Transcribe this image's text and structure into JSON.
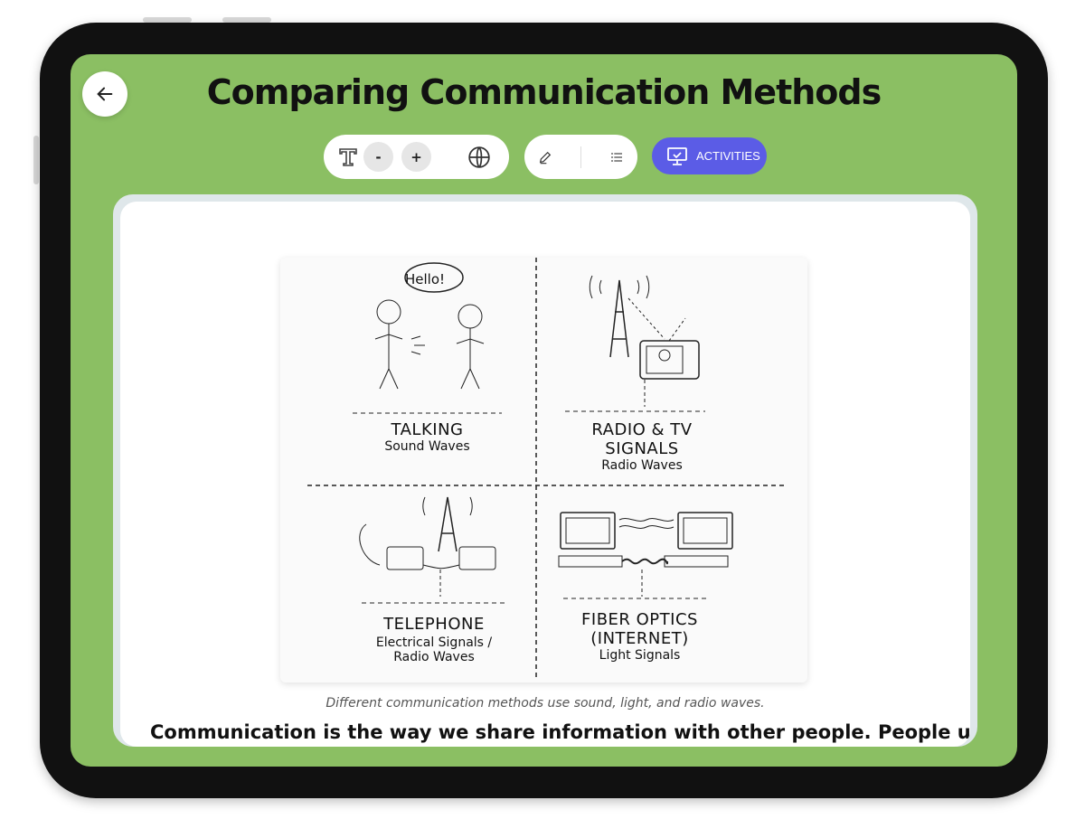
{
  "header": {
    "title": "Comparing Communication Methods"
  },
  "toolbar": {
    "decrease": "-",
    "increase": "+",
    "activities_label": "ACTIVITIES"
  },
  "figure": {
    "quadrants": [
      {
        "title": "TALKING",
        "subtitle": "Sound Waves",
        "speech": "Hello!"
      },
      {
        "title": "RADIO & TV SIGNALS",
        "subtitle": "Radio Waves"
      },
      {
        "title": "TELEPHONE",
        "subtitle": "Electrical Signals / Radio Waves"
      },
      {
        "title": "FIBER OPTICS (INTERNET)",
        "subtitle": "Light Signals"
      }
    ],
    "caption": "Different communication methods use sound, light, and radio waves."
  },
  "body": {
    "paragraph": "Communication is the way we share information with other people. People use"
  },
  "colors": {
    "background": "#8bbf63",
    "accent": "#5b5ce6"
  }
}
